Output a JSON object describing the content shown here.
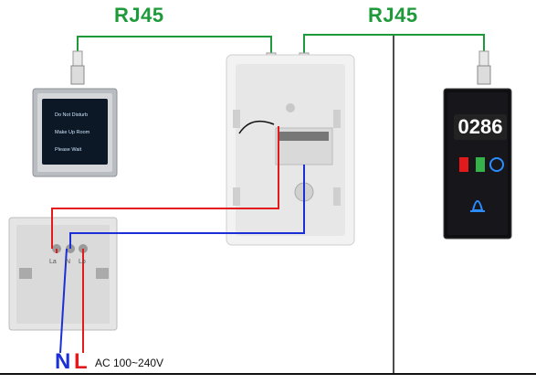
{
  "labels": {
    "rj45_left": "RJ45",
    "rj45_right": "RJ45",
    "neutral": "N",
    "live": "L",
    "ac_voltage": "AC 100~240V"
  },
  "socket": {
    "terminal_left": "La",
    "terminal_mid": "N",
    "terminal_right": "Lo"
  },
  "indoor_panel": {
    "buttons": [
      "Do Not Disturb",
      "Make Up Room",
      "Please Wait"
    ]
  },
  "doorbell_panel": {
    "room_number": "0286",
    "icons": [
      "do-not-disturb-icon",
      "make-up-room-icon",
      "please-wait-icon",
      "bell-icon"
    ]
  },
  "colors": {
    "network_cable": "#1f9a3a",
    "live_wire": "#e3191c",
    "neutral_wire": "#1c2fd6"
  }
}
